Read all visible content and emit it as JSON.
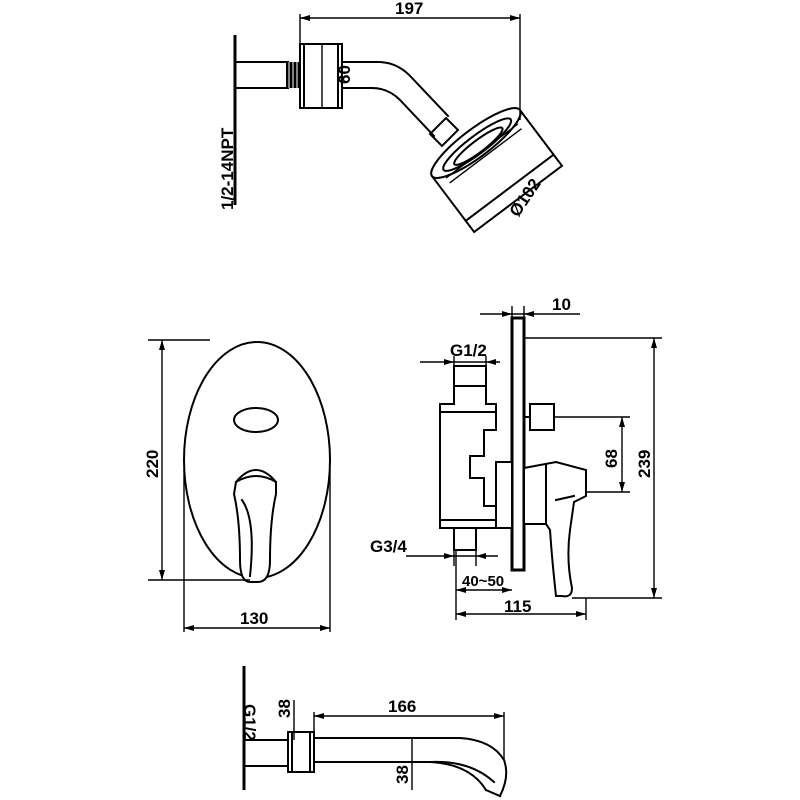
{
  "shower_head": {
    "width": "197",
    "arm_height": "60",
    "thread": "1/2-14NPT",
    "head_diameter": "Ø102"
  },
  "valve_front": {
    "height": "220",
    "width": "130"
  },
  "valve_side": {
    "plate_thickness": "10",
    "inlet_top": "G1/2",
    "outlet_bottom": "G3/4",
    "handle_offset": "68",
    "total_height": "239",
    "wall_depth": "40~50",
    "projection": "115"
  },
  "spout": {
    "length": "166",
    "thread": "G1/2",
    "inlet_height": "38",
    "outlet_height": "38"
  }
}
